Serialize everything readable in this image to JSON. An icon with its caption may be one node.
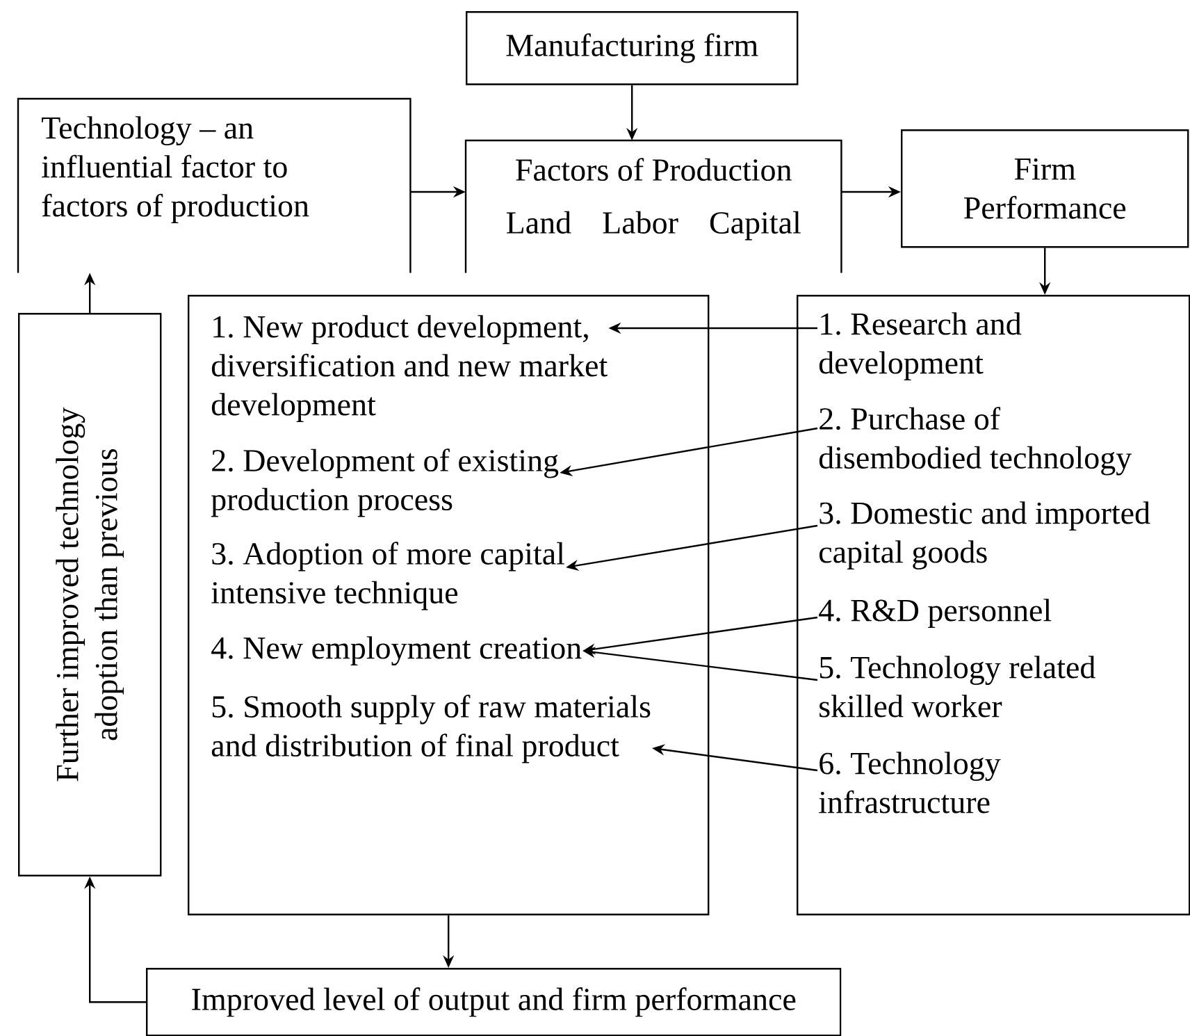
{
  "diagram": {
    "nodes": [
      {
        "text": [
          "Manufacturing firm"
        ]
      },
      {
        "text": [
          "Technology – an influential factor to factors of production"
        ]
      },
      {
        "text": [
          "Factors of Production",
          "Land",
          "Labor",
          "Capital"
        ]
      },
      {
        "text": [
          "Firm Performance"
        ]
      },
      {
        "text": [],
        "shape": "box"
      },
      {
        "text": [
          "1. New product development, diversification and new market development"
        ],
        "in": 4
      },
      {
        "text": [
          "2. Development of existing production process"
        ],
        "in": 4
      },
      {
        "text": [
          "3. Adoption of more capital intensive technique"
        ],
        "in": 4
      },
      {
        "text": [
          "4. New employment creation"
        ],
        "in": 4
      },
      {
        "text": [
          "5. Smooth supply of raw materials and distribution of final product"
        ],
        "in": 4
      },
      {
        "text": [],
        "shape": "box"
      },
      {
        "text": [
          "1. Research and development"
        ],
        "in": 10
      },
      {
        "text": [
          "2. Purchase of disembodied technology"
        ],
        "in": 10
      },
      {
        "text": [
          "3. Domestic and imported capital goods"
        ],
        "in": 10
      },
      {
        "text": [
          "4. R&D personnel"
        ],
        "in": 10
      },
      {
        "text": [
          "5. Technology related skilled worker"
        ],
        "in": 10
      },
      {
        "text": [
          "6. Technology infrastructure"
        ],
        "in": 10
      },
      {
        "text": [
          "Further improved technology adoption than previous"
        ]
      },
      {
        "text": [
          "Improved level of output and firm performance"
        ]
      }
    ],
    "edges": [
      {
        "from": 0,
        "to": 2,
        "arrow": "to"
      },
      {
        "from": 1,
        "to": 2,
        "arrow": "to"
      },
      {
        "from": 2,
        "to": 3,
        "arrow": "to"
      },
      {
        "from": 3,
        "to": 10,
        "arrow": "to"
      },
      {
        "from": 11,
        "to": 5,
        "arrow": "to"
      },
      {
        "from": 12,
        "to": 6,
        "arrow": "to"
      },
      {
        "from": 13,
        "to": 7,
        "arrow": "to"
      },
      {
        "from": 14,
        "to": 8,
        "arrow": "to"
      },
      {
        "from": 15,
        "to": 8,
        "arrow": "to"
      },
      {
        "from": 16,
        "to": 9,
        "arrow": "to"
      },
      {
        "from": 4,
        "to": 18,
        "arrow": "to"
      },
      {
        "from": 18,
        "to": 17,
        "arrow": "to"
      },
      {
        "from": 17,
        "to": 1,
        "arrow": "to"
      }
    ]
  }
}
